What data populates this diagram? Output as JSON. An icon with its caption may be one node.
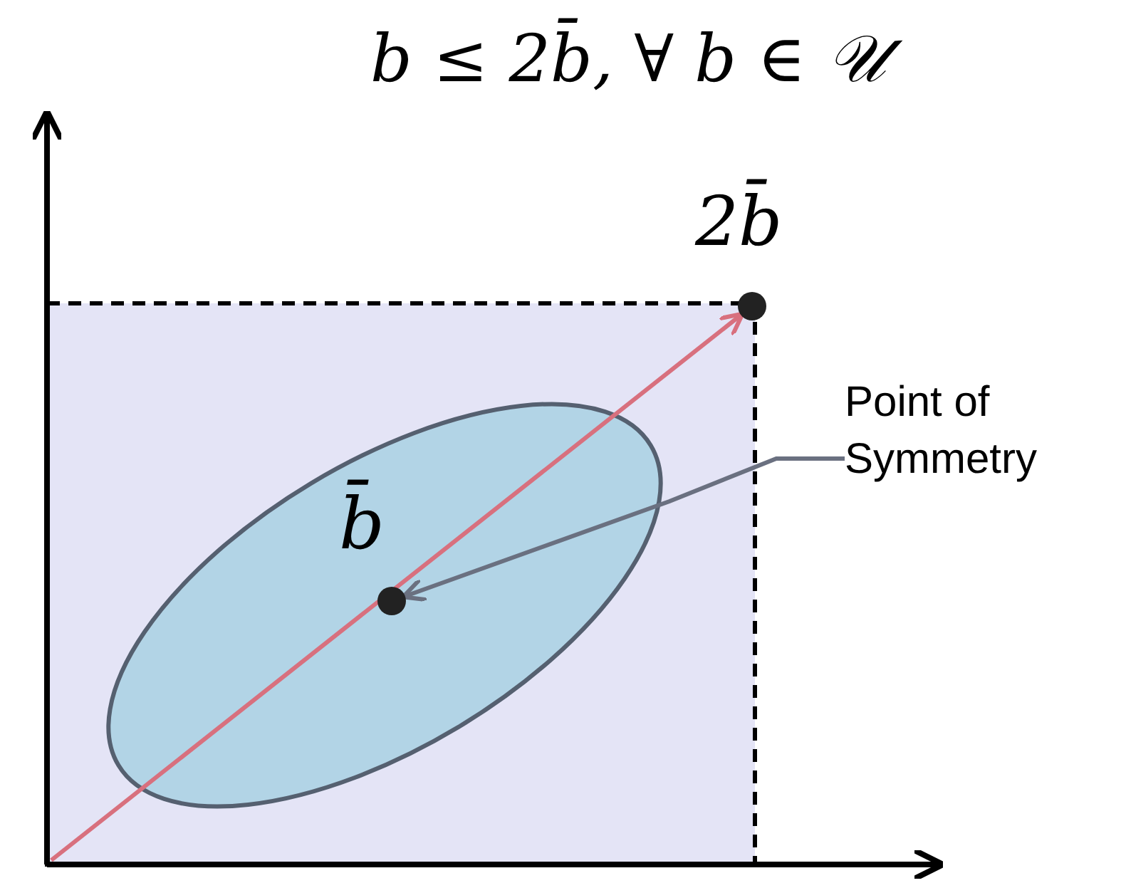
{
  "diagram": {
    "title": "b ≤ 2b̄, ∀ b ∈ 𝒰",
    "nodes": [
      {
        "text": [
          "Point of Symmetry"
        ]
      },
      {
        "text": [],
        "shape": "circle",
        "beside": [
          "b̄"
        ]
      },
      {
        "text": [],
        "shape": "circle",
        "beside": [
          "2b̄"
        ]
      }
    ],
    "edges": [
      {
        "from": null,
        "to": 2,
        "arrow": "to",
        "color": "#d8707e"
      },
      {
        "from": 0,
        "to": 1,
        "arrow": "to",
        "color": "#6a7080"
      }
    ]
  }
}
